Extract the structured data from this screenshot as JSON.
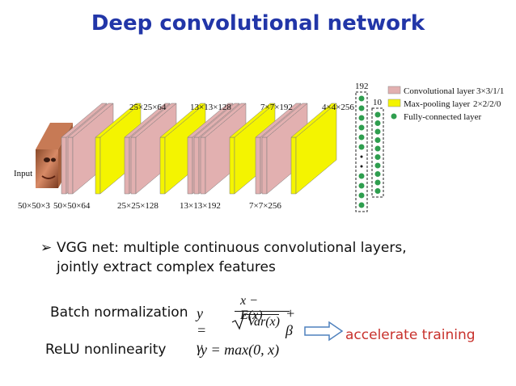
{
  "title": "Deep convolutional network",
  "diagram": {
    "input_label": "Input",
    "top_dims": [
      "25×25×64",
      "13×13×128",
      "7×7×192",
      "4×4×256"
    ],
    "bottom_dims": [
      "50×50×3",
      "50×50×64",
      "25×25×128",
      "13×13×192",
      "7×7×256"
    ],
    "fc_sizes": [
      "192",
      "10"
    ],
    "legend": [
      {
        "label": "Convolutional layer",
        "spec": "3×3/1/1",
        "color": "#e2b0b0"
      },
      {
        "label": "Max-pooling layer",
        "spec": "2×2/2/0",
        "color": "#f4f400"
      },
      {
        "label": "Fully-connected layer",
        "spec": "",
        "color": "#2f9e4f"
      }
    ]
  },
  "bullet": {
    "arrow": "➢",
    "line1": "VGG net: multiple continuous convolutional layers,",
    "line2": "jointly extract complex features"
  },
  "batchnorm": {
    "label": "Batch normalization",
    "lhs": "y = γ",
    "numerator": "x − E(x)",
    "denominator": "Var(x)",
    "rhs": "+ β"
  },
  "relu": {
    "label": "ReLU nonlinearity",
    "formula": "y = max(0, x)"
  },
  "accent_text": "accelerate training"
}
